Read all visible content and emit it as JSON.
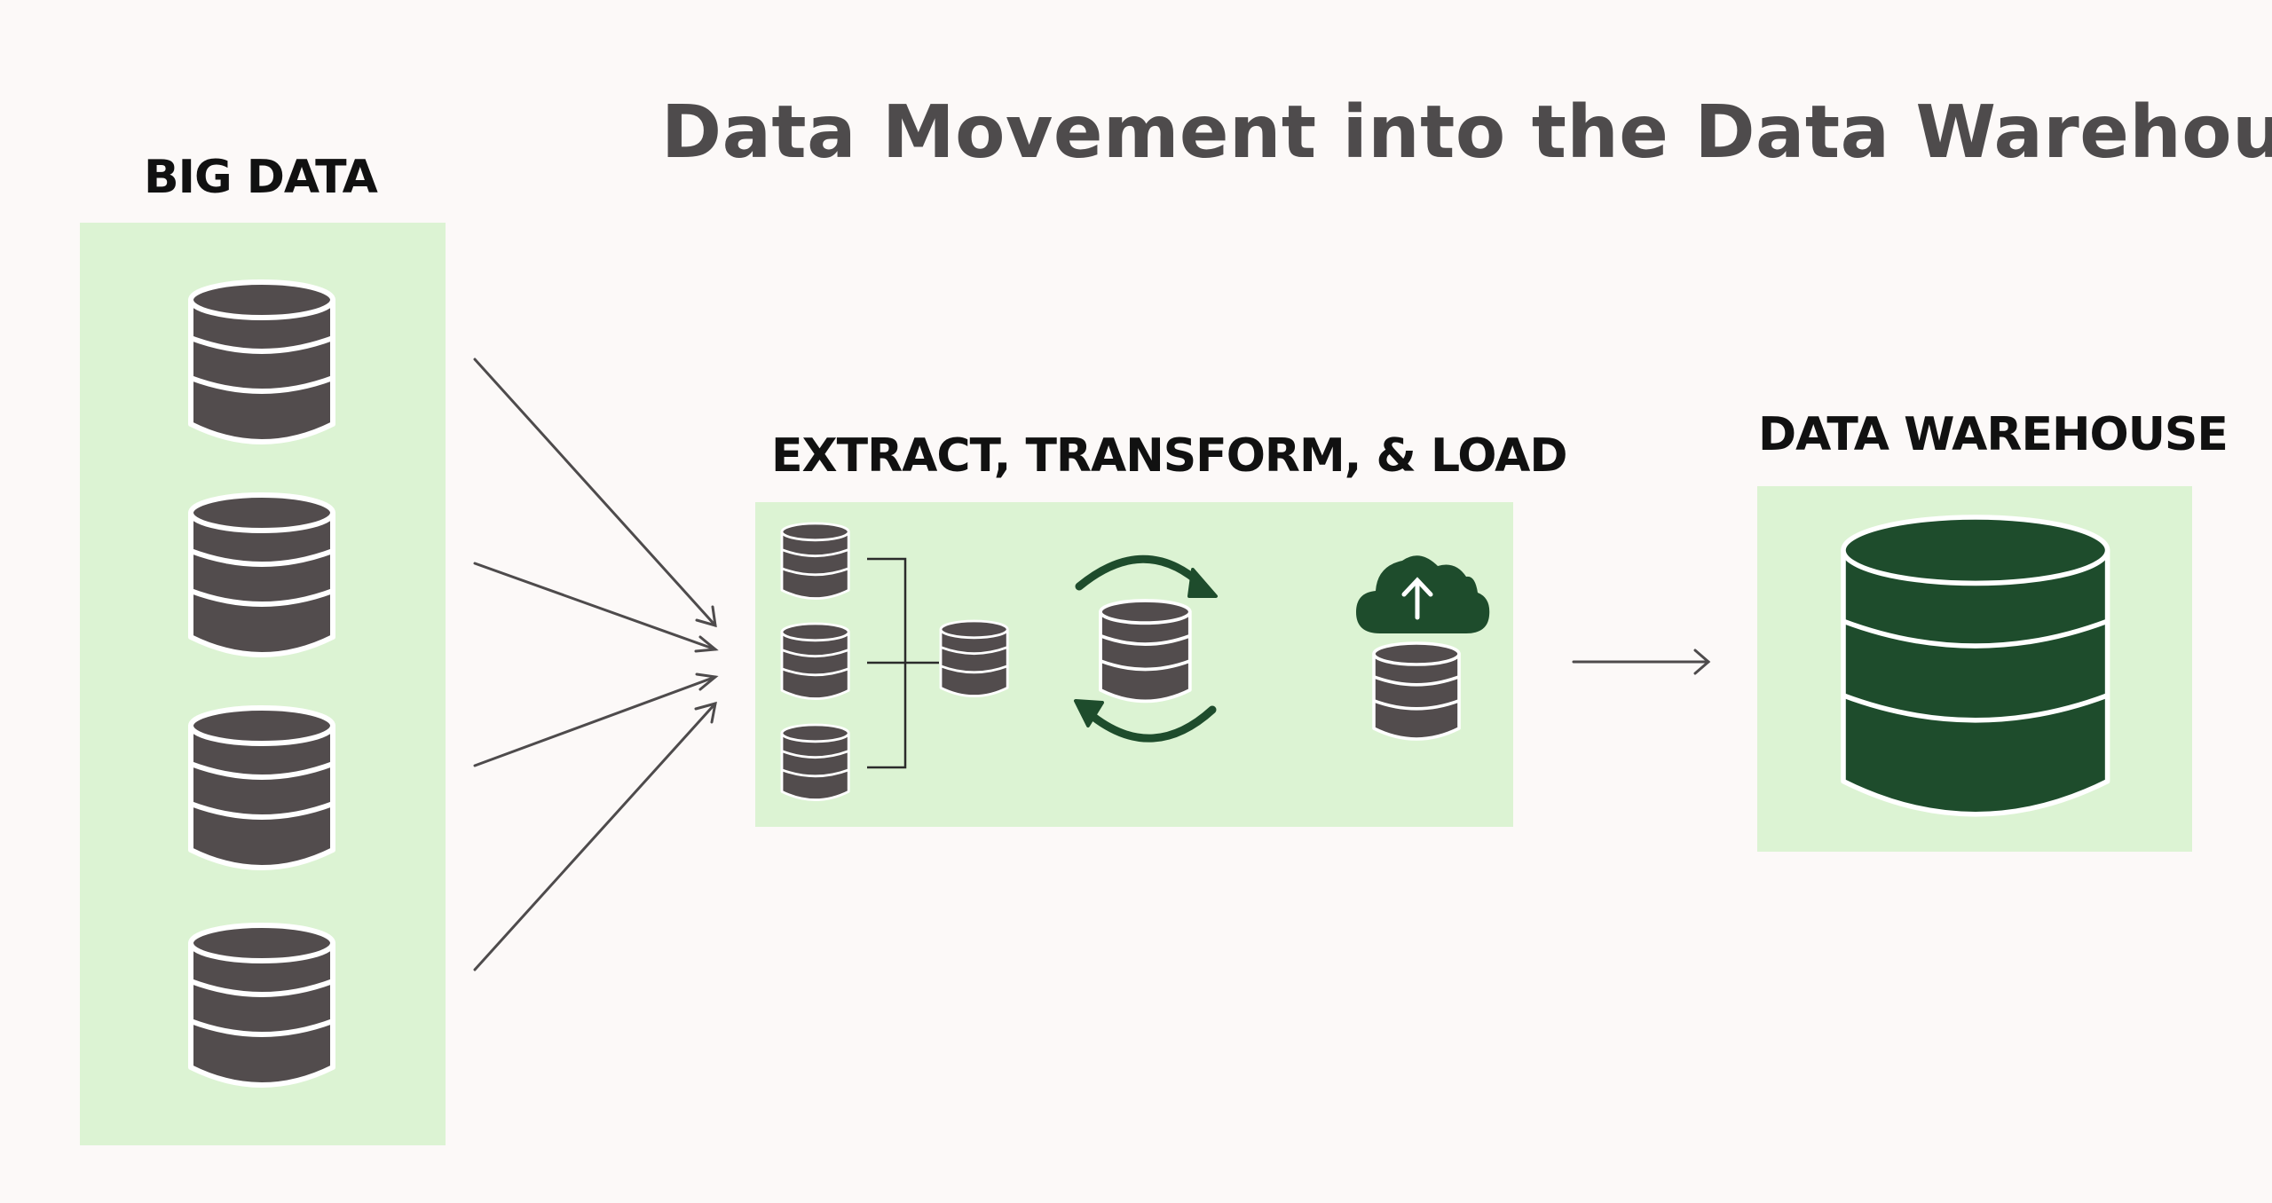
{
  "title": "Data Movement into the Data Warehouse",
  "sections": {
    "big_data": {
      "label": "BIG DATA"
    },
    "etl": {
      "label": "EXTRACT, TRANSFORM, & LOAD"
    },
    "warehouse": {
      "label": "DATA WAREHOUSE"
    }
  },
  "colors": {
    "background": "#fcf9f8",
    "panel": "#dcf3d3",
    "database_dark": "#524c4d",
    "warehouse_green": "#1e4c2c",
    "arrow": "#4e4b4c"
  },
  "icons": [
    "database-icon",
    "cycle-arrows-icon",
    "cloud-upload-icon",
    "arrow-right-icon"
  ]
}
